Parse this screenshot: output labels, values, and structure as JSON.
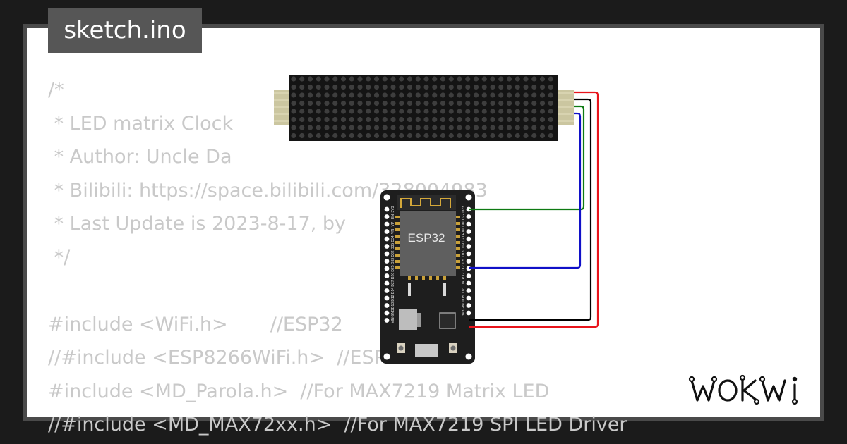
{
  "file_tab": {
    "title": "sketch.ino"
  },
  "code_lines": [
    "/*",
    " * LED matrix Clock",
    " * Author: Uncle Da",
    " * Bilibili: https://space.bilibili.com/328004983",
    " * Last Update is 2023-8-17, by",
    " */",
    "",
    "#include <WiFi.h>       //ESP32",
    "//#include <ESP8266WiFi.h>  //ESP8266",
    "#include <MD_Parola.h>  //For MAX7219 Matrix LED",
    "//#include <MD_MAX72xx.h>  //For MAX7219 SPI LED Driver"
  ],
  "esp32_board": {
    "chip_label": "ESP32",
    "left_pins": [
      "3V3",
      "EN",
      "VP",
      "VN",
      "D34",
      "D35",
      "D32",
      "D33",
      "D25",
      "D26",
      "D27",
      "D14",
      "D12",
      "D13",
      "GND",
      "VIN"
    ],
    "right_pins": [
      "D23",
      "D22",
      "TX0",
      "RX0",
      "D21",
      "D19",
      "D18",
      "D5",
      "TX2",
      "RX2",
      "D4",
      "D2",
      "D15",
      "GND",
      "3V3"
    ]
  },
  "led_matrix": {
    "rows": 8,
    "cols": 32
  },
  "wire_colors": {
    "vcc": "#e8141b",
    "gnd": "#000000",
    "din": "#0d7a12",
    "cs": "#1010c8",
    "clk": "#5a5a5a"
  },
  "brand": {
    "logo_text": "WOKWI"
  }
}
